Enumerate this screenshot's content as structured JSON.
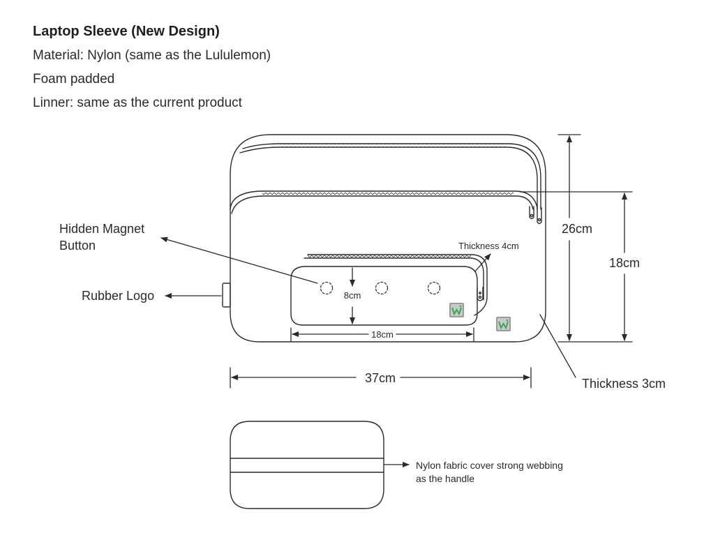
{
  "spec": {
    "title": "Laptop Sleeve (New Design)",
    "material": "Material: Nylon (same as the Lululemon)",
    "padding": "Foam padded",
    "liner": "Linner: same as the current product"
  },
  "callouts": {
    "magnet_line1": "Hidden Magnet",
    "magnet_line2": "Button",
    "rubber_logo": "Rubber Logo",
    "pouch_thickness": "Thickness 4cm",
    "sleeve_thickness": "Thickness 3cm",
    "handle_line1": "Nylon fabric cover strong webbing",
    "handle_line2": "as the handle"
  },
  "dimensions": {
    "sleeve_width": "37cm",
    "sleeve_height": "26cm",
    "pocket_height": "18cm",
    "pouch_width": "18cm",
    "pouch_height": "8cm"
  },
  "colors": {
    "line": "#2a2a2a",
    "logo_green": "#3aa853",
    "logo_gray": "#9a9a9a"
  },
  "icons": {
    "logo": "brand-w-logo",
    "magnet": "dashed-circle"
  }
}
